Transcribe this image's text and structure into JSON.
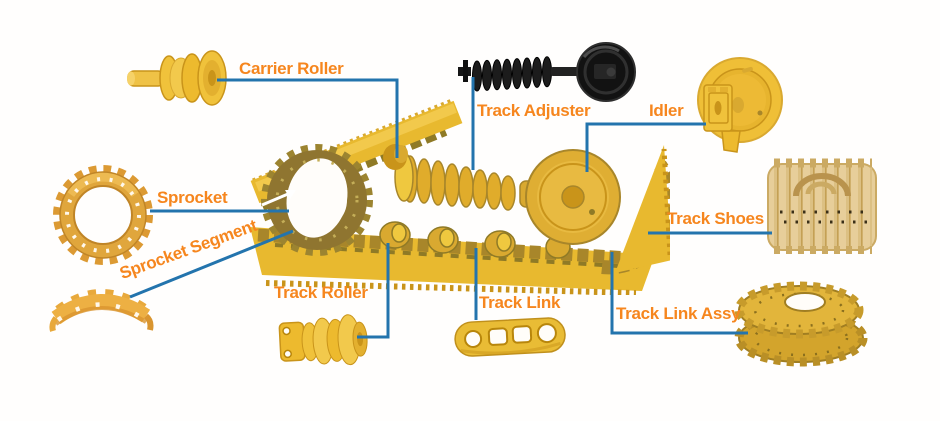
{
  "diagram": {
    "subject": "track-undercarriage-parts",
    "colors": {
      "label_text": "#F6861E",
      "connector_line": "#2374AD",
      "part_yellow": "#F2C43C",
      "part_yellow_dark": "#C9941A",
      "track_shoes_tan": "#E7CE9A",
      "adjuster_black": "#1A1A1A",
      "background": "#FFFEFD"
    },
    "parts": [
      {
        "id": "carrier-roller",
        "label": "Carrier Roller"
      },
      {
        "id": "track-adjuster",
        "label": "Track Adjuster"
      },
      {
        "id": "idler",
        "label": "Idler"
      },
      {
        "id": "sprocket",
        "label": "Sprocket"
      },
      {
        "id": "sprocket-segment",
        "label": "Sprocket Segment"
      },
      {
        "id": "track-roller",
        "label": "Track Roller"
      },
      {
        "id": "track-link",
        "label": "Track Link"
      },
      {
        "id": "track-shoes",
        "label": "Track Shoes"
      },
      {
        "id": "track-link-assy",
        "label": "Track Link Assy"
      }
    ]
  }
}
